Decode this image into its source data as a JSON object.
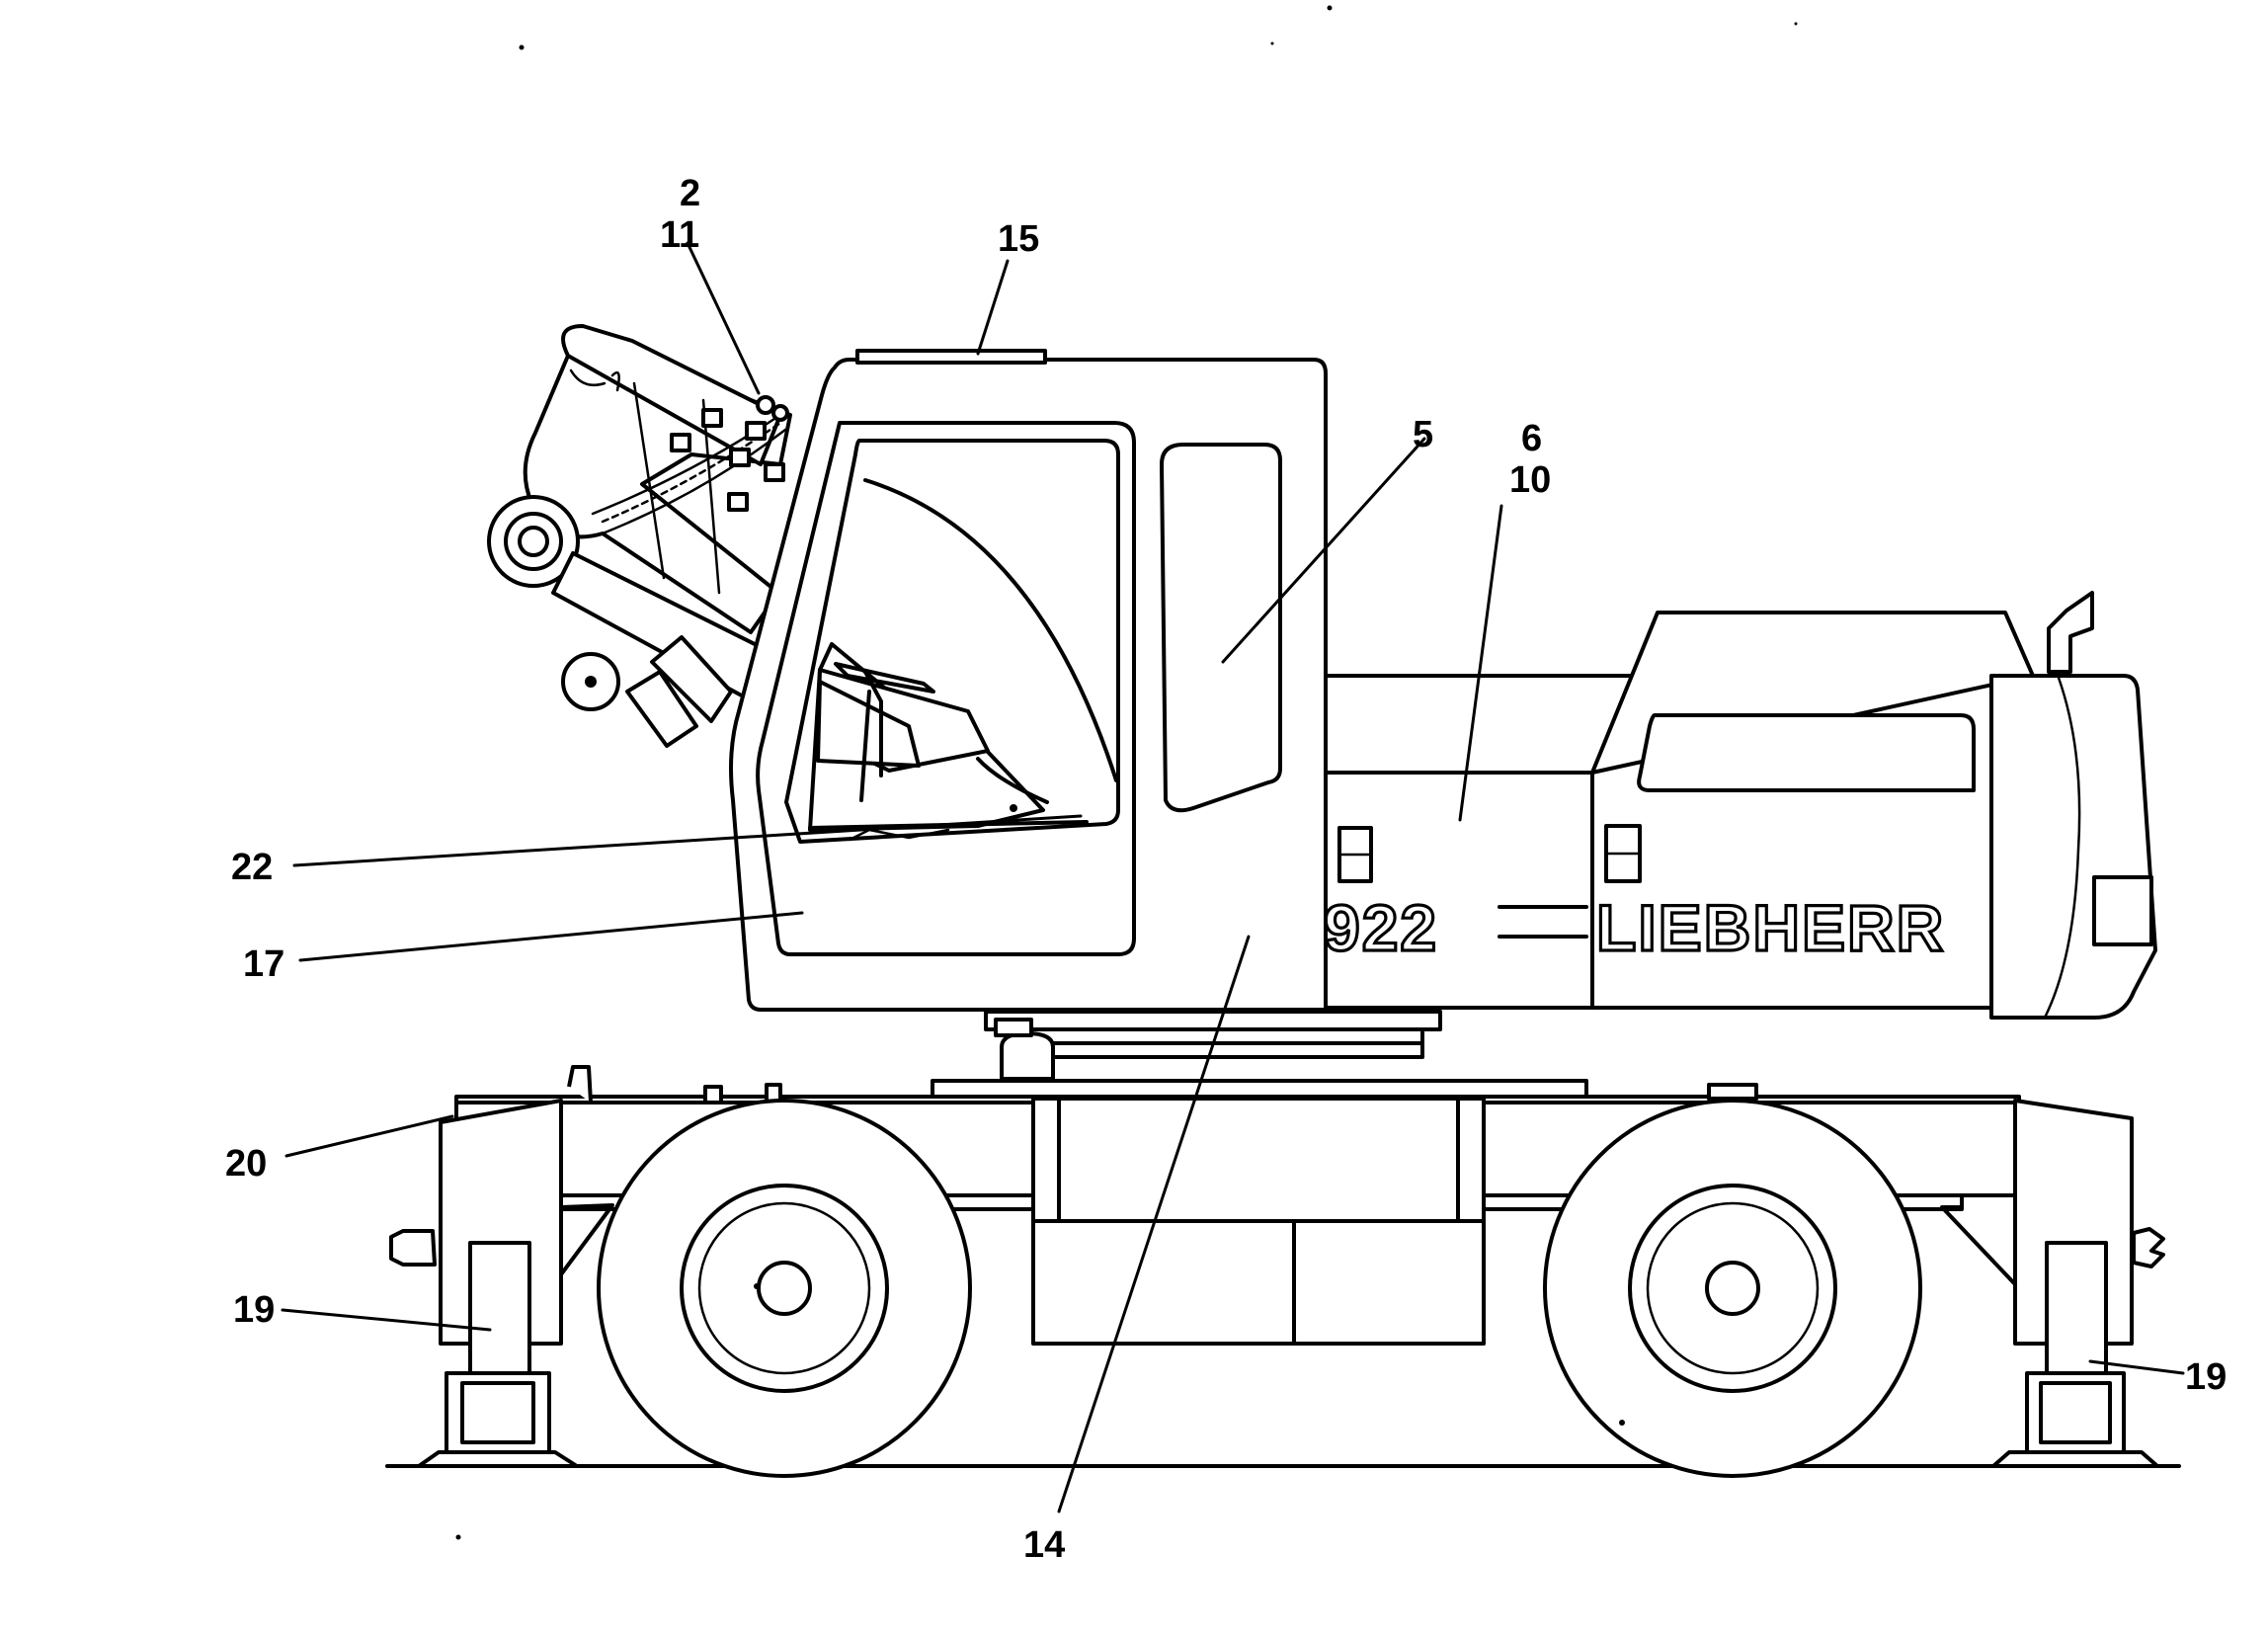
{
  "callouts": [
    {
      "id": "2",
      "text": "2"
    },
    {
      "id": "11",
      "text": "11"
    },
    {
      "id": "15",
      "text": "15"
    },
    {
      "id": "5",
      "text": "5"
    },
    {
      "id": "6",
      "text": "6"
    },
    {
      "id": "10",
      "text": "10"
    },
    {
      "id": "22",
      "text": "22"
    },
    {
      "id": "17",
      "text": "17"
    },
    {
      "id": "14",
      "text": "14"
    },
    {
      "id": "20",
      "text": "20"
    },
    {
      "id": "19a",
      "text": "19"
    },
    {
      "id": "19b",
      "text": "19"
    }
  ],
  "machine": {
    "model": "922",
    "brand": "LIEBHERR"
  }
}
